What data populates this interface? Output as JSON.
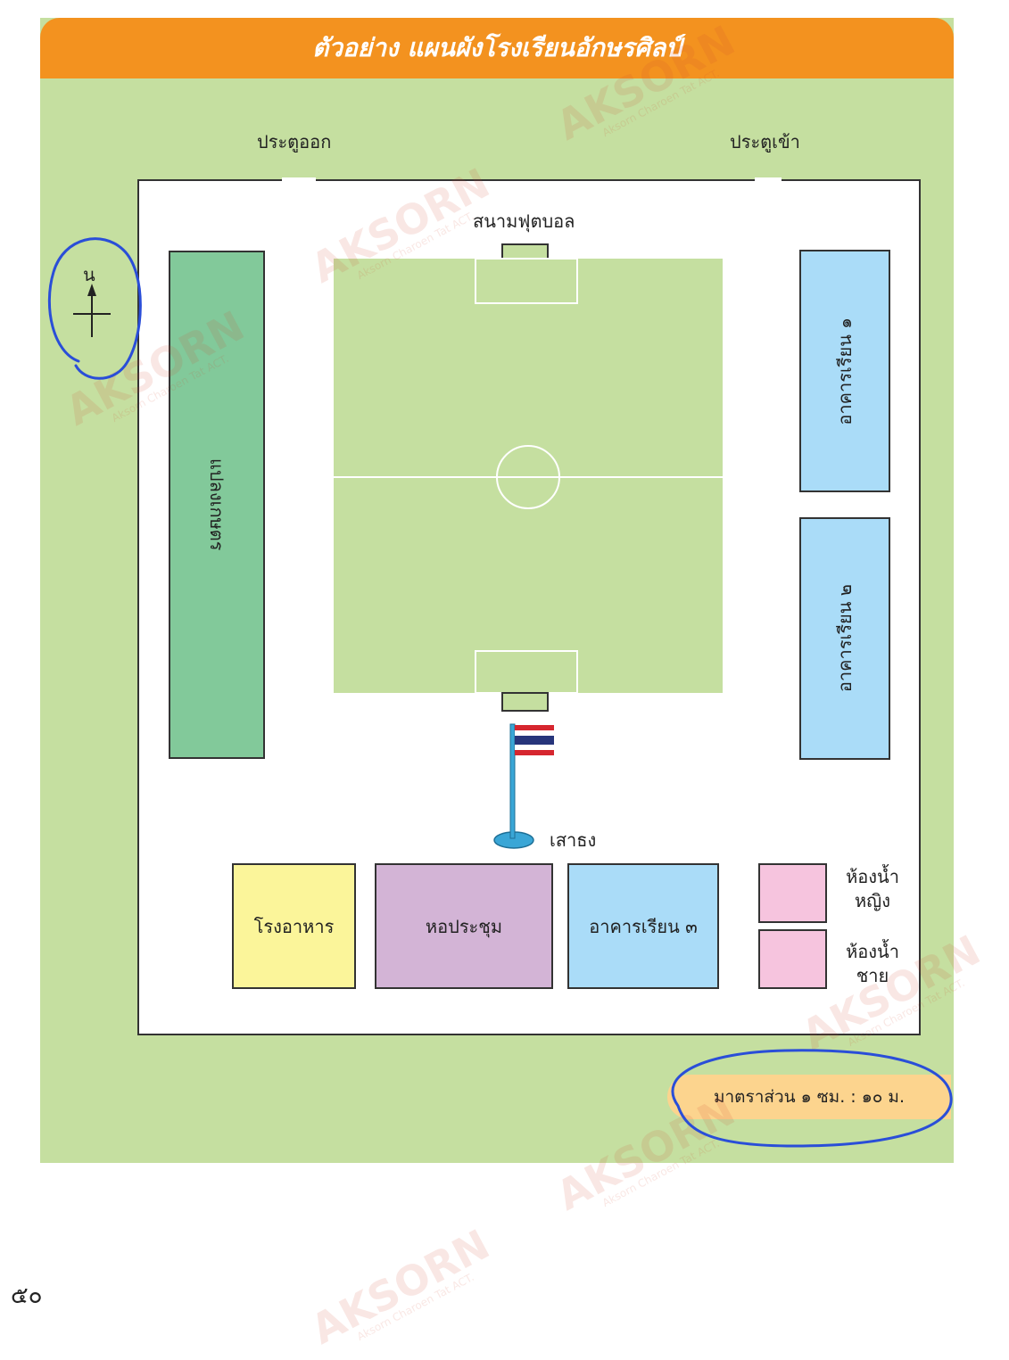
{
  "header": {
    "title": "ตัวอย่าง แผนผังโรงเรียนอักษรศิลป์"
  },
  "gates": {
    "exit": "ประตูออก",
    "entrance": "ประตูเข้า"
  },
  "compass": {
    "north_label": "น"
  },
  "field": {
    "label": "สนามฟุตบอล"
  },
  "buildings": {
    "garden": "แปลงเกษตร",
    "classroom1": "อาคารเรียน ๑",
    "classroom2": "อาคารเรียน ๒",
    "classroom3": "อาคารเรียน ๓",
    "canteen": "โรงอาหาร",
    "hall": "หอประชุม",
    "toilet_women": "ห้องน้ำ\nหญิง",
    "toilet_men": "ห้องน้ำ\nชาย"
  },
  "flagpole": {
    "label": "เสาธง"
  },
  "scale": {
    "label": "มาตราส่วน ๑ ซม. : ๑๐ ม."
  },
  "page": {
    "number": "๕๐"
  },
  "watermark": {
    "brand": "AKSORN",
    "sub": "Aksorn Charoen Tat ACT."
  },
  "colors": {
    "header": "#f3921f",
    "ground": "#c5dfa0",
    "garden": "#82c99a",
    "classroom": "#aadcf8",
    "canteen": "#fbf59a",
    "hall": "#d3b4d6",
    "toilet": "#f6c4de",
    "scale": "#fcd48e",
    "annotation": "#2a4ed8"
  }
}
